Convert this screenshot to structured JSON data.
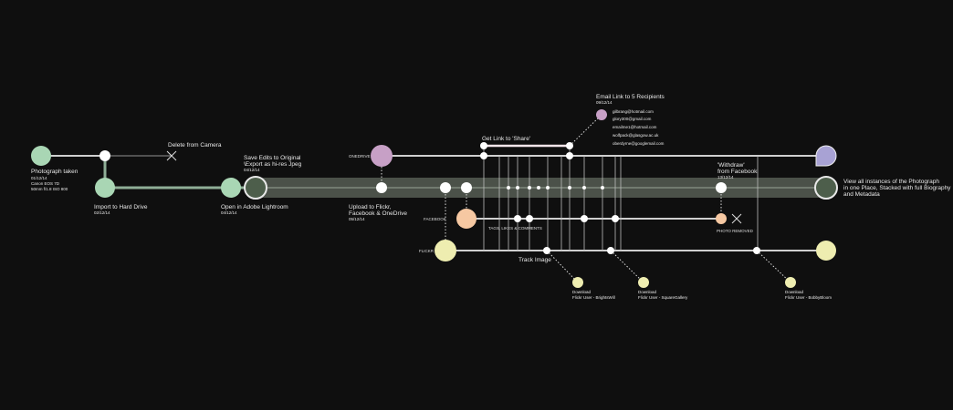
{
  "colors": {
    "green": "#a9d6b4",
    "dark_green": "#4d5e4b",
    "band": "#4b5149",
    "pink": "#c7a0c6",
    "purple": "#a8a2d4",
    "peach": "#f6c8a2",
    "yellow": "#eeedb0"
  },
  "nodes": {
    "photo_taken": {
      "title": "Photograph taken",
      "date": "01/12/14",
      "camera": "Canon EOS 7D",
      "lens": "50mm f/1.8 ISO 800"
    },
    "delete": {
      "title": "Delete from Camera"
    },
    "import": {
      "title": "Import to Hard Drive",
      "date": "02/12/14"
    },
    "lightroom": {
      "title": "Open in Adobe Lightroom",
      "date": "04/12/14"
    },
    "save": {
      "title": "Save Edits to Original",
      "line2": "\\Export as hi-res Jpeg",
      "date": "04/12/14"
    },
    "upload": {
      "line1": "Upload to Flickr,",
      "line2": "Facebook & OneDrive",
      "date": "05/12/14"
    },
    "share": {
      "title": "Get Link to 'Share'"
    },
    "email": {
      "title": "Email Link to 5 Recipients",
      "date": "09/12/14",
      "recipients": [
        "gilbrang@hotmail.com",
        "glory300@gmail.com",
        "emailme1@hotmail.com",
        "wolfpack@glasgow.ac.uk",
        "oberdyrne@googlemail.com"
      ]
    },
    "withdraw": {
      "line1": "'Withdraw'",
      "line2": "from Facebook",
      "date": "13/12/14"
    },
    "removed": {
      "title": "PHOTO REMOVED"
    },
    "tags": {
      "title": "TAGS, LIKES & COMMENTS"
    },
    "track": {
      "title": "Track Image"
    },
    "view_all": {
      "line1": "View all instances of the Photograph",
      "line2": "in one Place, Stacked with full Biography",
      "line3": "and Metadata"
    },
    "downloads": [
      {
        "title": "Download",
        "user": "Flickr User - BrightsWill"
      },
      {
        "title": "Download",
        "user": "Flickr User - SquareGallery"
      },
      {
        "title": "Download",
        "user": "Flickr User - BobbyBloom"
      }
    ]
  },
  "channels": {
    "onedrive": "ONEDRIVE",
    "facebook": "FACEBOOK",
    "flickr": "FLICKR"
  }
}
